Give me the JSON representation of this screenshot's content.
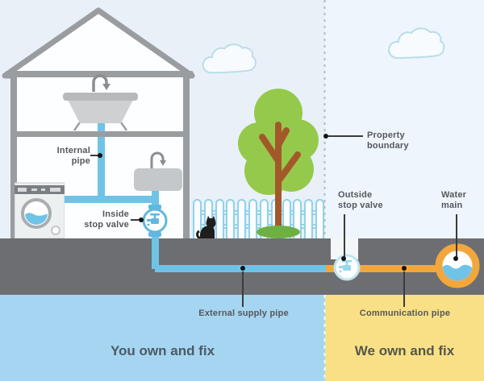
{
  "labels": {
    "internal_pipe": "Internal\npipe",
    "inside_stop_valve": "Inside\nstop valve",
    "property_boundary": "Property\nboundary",
    "outside_stop_valve": "Outside\nstop valve",
    "water_main": "Water\nmain",
    "external_supply_pipe": "External supply pipe",
    "communication_pipe": "Communication pipe"
  },
  "zones": {
    "customer": "You own and fix",
    "company": "We own and fix"
  },
  "icons": {
    "inside_stop_valve": "tap-in-circle",
    "outside_stop_valve": "tap-in-circle",
    "water_main": "orange-ring-with-water",
    "fixtures": [
      "bathtub",
      "sink",
      "washing-machine",
      "faucet"
    ],
    "scenery": [
      "cloud",
      "tree",
      "cat",
      "picket-fence"
    ]
  },
  "colors": {
    "sky_left": "#e9f0f8",
    "sky_right": "#eef5fc",
    "ground": "#6d6e71",
    "you_band": "#a6d5f1",
    "we_band": "#f9e086",
    "pipe_blue": "#6fc3e7",
    "pipe_orange": "#f2a73d",
    "house_gray": "#9a9da0",
    "label_text": "#55575b",
    "you_text": "#4a5a66",
    "we_text": "#55564a",
    "tree_green": "#95c94c",
    "tree_trunk": "#a3582a"
  }
}
